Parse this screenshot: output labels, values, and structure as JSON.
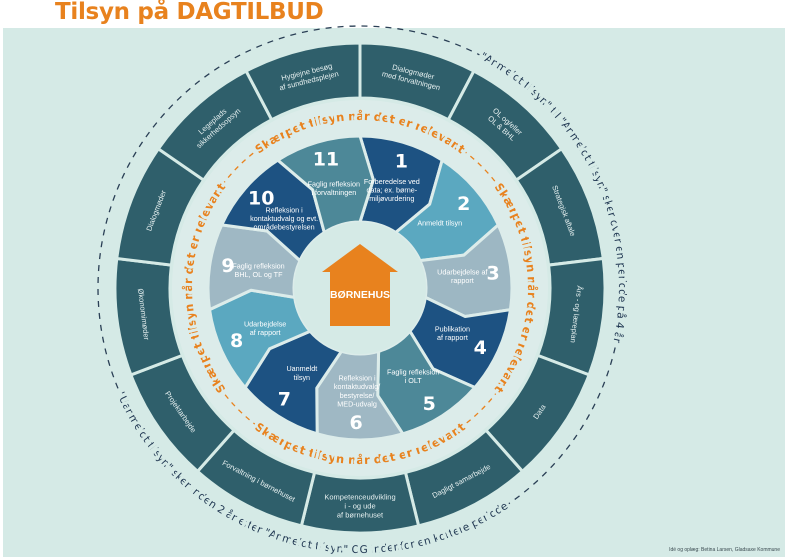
{
  "title": "Tilsyn på DAGTILBUD",
  "center": {
    "label": "BØRNEHUS"
  },
  "colors": {
    "accent": "#e8821e",
    "outer_ring": "#2f5f6b",
    "background": "#d5eae6",
    "navy_text": "#1e3550"
  },
  "outer_segments": [
    {
      "lines": [
        "Dialogmøder",
        "med forvaltningen"
      ]
    },
    {
      "lines": [
        "OL og/eller",
        "OL & BHL"
      ]
    },
    {
      "lines": [
        "Strategisk aftale"
      ]
    },
    {
      "lines": [
        "Års - og læreplan"
      ]
    },
    {
      "lines": [
        "Data"
      ]
    },
    {
      "lines": [
        "Dagligt samarbejde"
      ]
    },
    {
      "lines": [
        "Kompetenceudvikling",
        "i - og ude",
        "af børnehuset"
      ]
    },
    {
      "lines": [
        "Forvaltning i børnehuset"
      ]
    },
    {
      "lines": [
        "Projektarbejde"
      ]
    },
    {
      "lines": [
        "Økonomimøder"
      ]
    },
    {
      "lines": [
        "Dialogmøder"
      ]
    },
    {
      "lines": [
        "Legeplads",
        "sikkerhedsopsyn"
      ]
    },
    {
      "lines": [
        "Hygiejne besøg",
        "af sundhedsplejen"
      ]
    }
  ],
  "steps": [
    {
      "number": "1",
      "lines": [
        "Forberedelse ved",
        "data; ex. børne-",
        "miljøvurdering"
      ],
      "color": "#1d5282"
    },
    {
      "number": "2",
      "lines": [
        "Anmeldt tilsyn"
      ],
      "color": "#5ba8c0"
    },
    {
      "number": "3",
      "lines": [
        "Udarbejdelse af",
        "rapport"
      ],
      "color": "#9db7c3"
    },
    {
      "number": "4",
      "lines": [
        "Publikation",
        "af rapport"
      ],
      "color": "#1d5282"
    },
    {
      "number": "5",
      "lines": [
        "Faglig refleksion",
        "i OLT"
      ],
      "color": "#4d8898"
    },
    {
      "number": "6",
      "lines": [
        "Refleksion i",
        "kontaktudvalg/",
        "bestyrelse/",
        "MED-udvalg"
      ],
      "color": "#9fb8c4"
    },
    {
      "number": "7",
      "lines": [
        "Uanmeldt",
        "tilsyn"
      ],
      "color": "#1d5282"
    },
    {
      "number": "8",
      "lines": [
        "Udarbejdelse",
        "af rapport"
      ],
      "color": "#5ba8c0"
    },
    {
      "number": "9",
      "lines": [
        "Faglig refleksion",
        "BHL, OL og TF"
      ],
      "color": "#9fb8c4"
    },
    {
      "number": "10",
      "lines": [
        "Refleksion i",
        "kontaktudvalg og evt.",
        "områdebestyrelsen"
      ],
      "color": "#1d5282"
    },
    {
      "number": "11",
      "lines": [
        "Faglig refleksion",
        "i forvaltningen"
      ],
      "color": "#4d8898"
    }
  ],
  "sharpened_label": "Skærpet tilsyn når det er relevant",
  "announced_note": "\"Anmeldt tilsyn\" til \"Anmeldt tilsyn\" sker over en periode på 4 år",
  "unannounced_note": "\"Uanmeldt tilsyn\" sker inden 2 år efter \"Anmeldt tilsyn\" OG indenfor en kortere periode",
  "credit": "Idé og oplæg: Betina Larsen, Gladsaxe Kommune"
}
